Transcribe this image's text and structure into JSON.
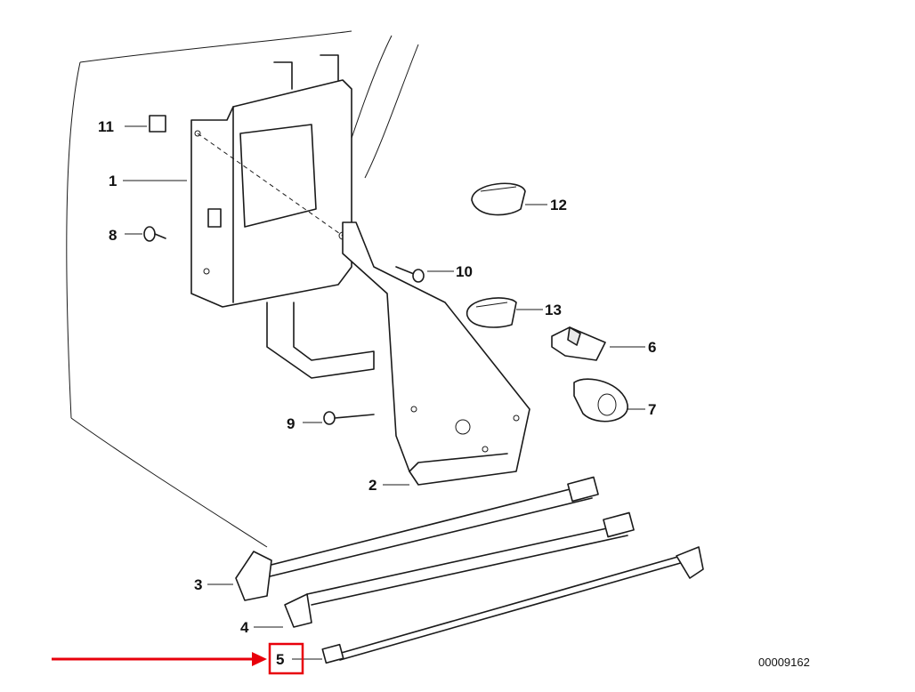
{
  "diagram": {
    "part_number": "00009162",
    "callouts": [
      {
        "id": "1",
        "label": "1"
      },
      {
        "id": "2",
        "label": "2"
      },
      {
        "id": "3",
        "label": "3"
      },
      {
        "id": "4",
        "label": "4"
      },
      {
        "id": "5",
        "label": "5"
      },
      {
        "id": "6",
        "label": "6"
      },
      {
        "id": "7",
        "label": "7"
      },
      {
        "id": "8",
        "label": "8"
      },
      {
        "id": "9",
        "label": "9"
      },
      {
        "id": "10",
        "label": "10"
      },
      {
        "id": "11",
        "label": "11"
      },
      {
        "id": "12",
        "label": "12"
      },
      {
        "id": "13",
        "label": "13"
      }
    ],
    "highlight": {
      "target": "5",
      "color": "#e8000b"
    }
  }
}
